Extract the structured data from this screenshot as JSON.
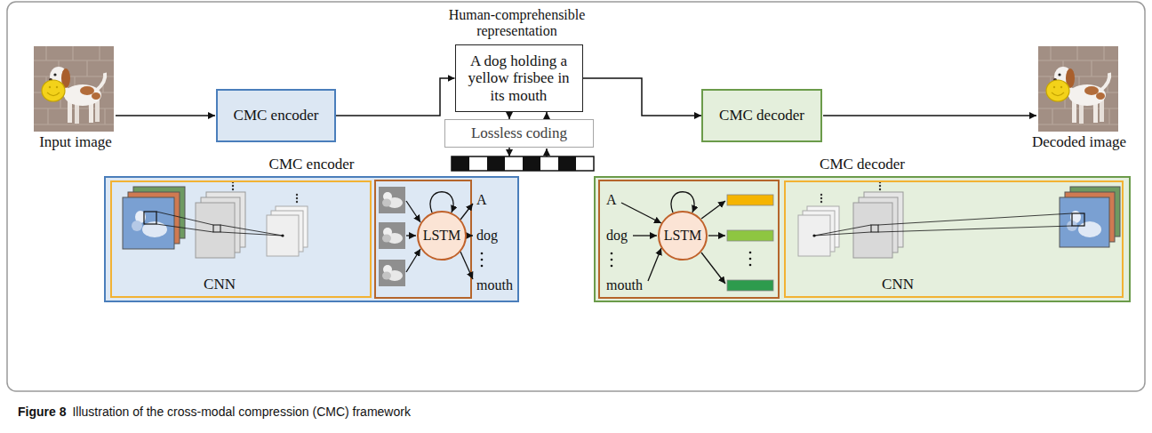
{
  "diagram": {
    "caption": "Illustration of the cross-modal compression (CMC) framework",
    "nodes": [
      {
        "text": [
          "Human-comprehensible representation",
          "A dog holding a yellow frisbee in its mouth"
        ]
      },
      {
        "text": [
          "CMC encoder"
        ]
      },
      {
        "text": [
          "Lossless coding"
        ]
      },
      {
        "text": [
          "CMC decoder"
        ]
      },
      {
        "text": [
          "CMC encoder"
        ]
      },
      {
        "text": [
          "CNN"
        ],
        "in": 4
      },
      {
        "text": [
          "LSTM"
        ],
        "in": 4
      },
      {
        "text": [
          "CMC decoder"
        ]
      },
      {
        "text": [
          "LSTM"
        ],
        "in": 7
      },
      {
        "text": [
          "CNN"
        ],
        "in": 7
      }
    ],
    "edges": [
      {
        "from": 1,
        "to": 0,
        "arrow": "to"
      },
      {
        "from": 0,
        "to": 2,
        "arrow": "to"
      },
      {
        "from": 2,
        "to": 0,
        "arrow": "to"
      },
      {
        "from": 0,
        "to": 3,
        "arrow": "to"
      }
    ],
    "labels": [
      "Input image",
      "Decoded image",
      "A",
      "dog",
      "mouth",
      "A",
      "dog",
      "mouth",
      "Figure 8"
    ]
  }
}
